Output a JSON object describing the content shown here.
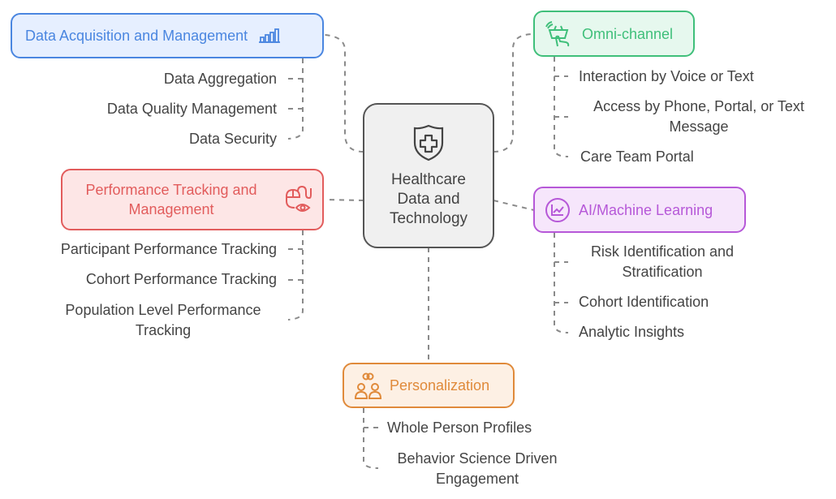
{
  "center": {
    "title": "Healthcare Data and Technology",
    "icon": "shield-cross-icon",
    "lines": [
      "Healthcare",
      "Data and",
      "Technology"
    ]
  },
  "branches": {
    "data_acq": {
      "title": "Data Acquisition and Management",
      "icon": "bar-chart-icon",
      "color": "#4a86e0",
      "fill": "#e6efff",
      "items": [
        "Data Aggregation",
        "Data Quality Management",
        "Data Security"
      ]
    },
    "perf": {
      "title_line1": "Performance Tracking and",
      "title_line2": "Management",
      "icon": "mouse-eye-icon",
      "color": "#e25c5c",
      "fill": "#fde6e6",
      "items": [
        "Participant Performance Tracking",
        "Cohort Performance Tracking",
        "Population Level Performance",
        "Tracking"
      ]
    },
    "omni": {
      "title": "Omni-channel",
      "icon": "basket-touch-icon",
      "color": "#3fbf7a",
      "fill": "#e6f8ee",
      "items": [
        "Interaction by Voice or Text",
        "Access by Phone, Portal, or Text",
        "Message",
        "Care Team Portal"
      ]
    },
    "ai": {
      "title": "AI/Machine Learning",
      "icon": "line-chart-circle-icon",
      "color": "#b658d8",
      "fill": "#f6e6fb",
      "items": [
        "Risk Identification and",
        "Stratification",
        "Cohort Identification",
        "Analytic Insights"
      ]
    },
    "pers": {
      "title": "Personalization",
      "icon": "people-link-icon",
      "color": "#e08a3a",
      "fill": "#fdf0e4",
      "items": [
        "Whole Person Profiles",
        "Behavior Science Driven",
        "Engagement"
      ]
    }
  }
}
